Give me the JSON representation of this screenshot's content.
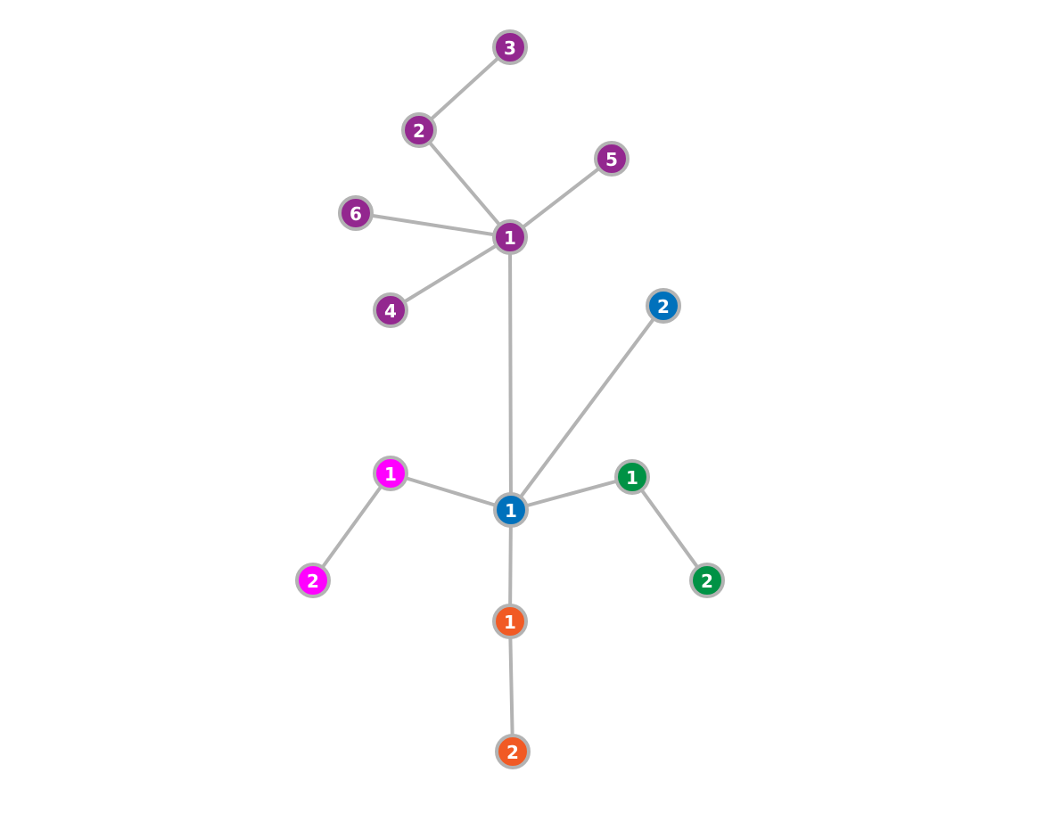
{
  "colors": {
    "purple": "#93278f",
    "blue": "#0071bc",
    "magenta": "#ff00ff",
    "green": "#009245",
    "orange": "#f15a24",
    "edge": "#b3b3b3"
  },
  "nodes": [
    {
      "id": "purple-1",
      "label": "1",
      "color": "purple"
    },
    {
      "id": "purple-2",
      "label": "2",
      "color": "purple"
    },
    {
      "id": "purple-3",
      "label": "3",
      "color": "purple"
    },
    {
      "id": "purple-4",
      "label": "4",
      "color": "purple"
    },
    {
      "id": "purple-5",
      "label": "5",
      "color": "purple"
    },
    {
      "id": "purple-6",
      "label": "6",
      "color": "purple"
    },
    {
      "id": "blue-1",
      "label": "1",
      "color": "blue"
    },
    {
      "id": "blue-2",
      "label": "2",
      "color": "blue"
    },
    {
      "id": "magenta-1",
      "label": "1",
      "color": "magenta"
    },
    {
      "id": "magenta-2",
      "label": "2",
      "color": "magenta"
    },
    {
      "id": "green-1",
      "label": "1",
      "color": "green"
    },
    {
      "id": "green-2",
      "label": "2",
      "color": "green"
    },
    {
      "id": "orange-1",
      "label": "1",
      "color": "orange"
    },
    {
      "id": "orange-2",
      "label": "2",
      "color": "orange"
    }
  ],
  "edges": [
    {
      "from": "purple-3",
      "to": "purple-2"
    },
    {
      "from": "purple-2",
      "to": "purple-1"
    },
    {
      "from": "purple-5",
      "to": "purple-1"
    },
    {
      "from": "purple-6",
      "to": "purple-1"
    },
    {
      "from": "purple-4",
      "to": "purple-1"
    },
    {
      "from": "purple-1",
      "to": "blue-1"
    },
    {
      "from": "blue-2",
      "to": "blue-1"
    },
    {
      "from": "magenta-1",
      "to": "blue-1"
    },
    {
      "from": "magenta-2",
      "to": "magenta-1"
    },
    {
      "from": "green-1",
      "to": "blue-1"
    },
    {
      "from": "green-2",
      "to": "green-1"
    },
    {
      "from": "blue-1",
      "to": "orange-1"
    },
    {
      "from": "orange-1",
      "to": "orange-2"
    }
  ]
}
